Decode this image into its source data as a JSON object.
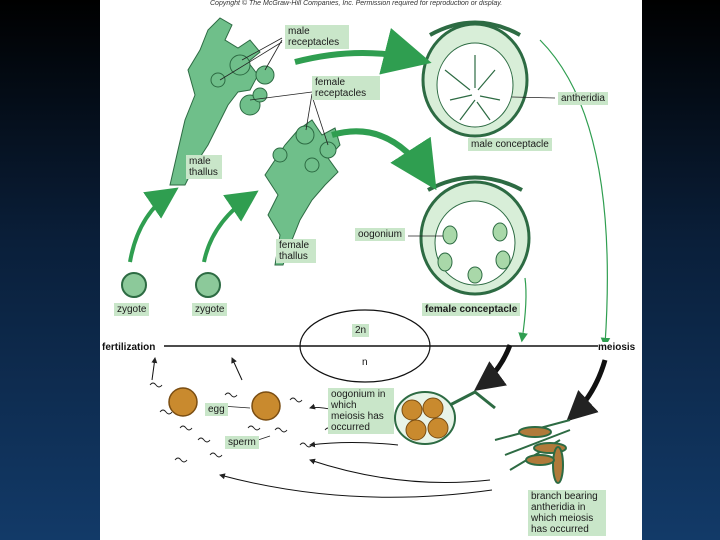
{
  "copyright": "Copyright © The McGraw-Hill Companies, Inc. Permission required for reproduction or display.",
  "labels": {
    "male_receptacles": "male receptacles",
    "female_receptacles": "female receptacles",
    "antheridia": "antheridia",
    "male_conceptacle": "male conceptacle",
    "male_thallus": "male thallus",
    "female_thallus": "female thallus",
    "oogonium": "oogonium",
    "female_conceptacle": "female conceptacle",
    "zygote_1": "zygote",
    "zygote_2": "zygote",
    "two_n": "2n",
    "n": "n",
    "fertilization": "fertilization",
    "meiosis": "meiosis",
    "egg": "egg",
    "sperm": "sperm",
    "oogonium_meiosis": "oogonium in which meiosis has occurred",
    "branch_antheridia": "branch bearing antheridia in which meiosis has occurred"
  },
  "colors": {
    "background_top": "#000000",
    "background_bottom": "#123a68",
    "plant_green": "#6fbf8a",
    "label_green": "#c9e6c9",
    "arrow_green": "#2f9e50",
    "egg_brown": "#c98a2e"
  }
}
